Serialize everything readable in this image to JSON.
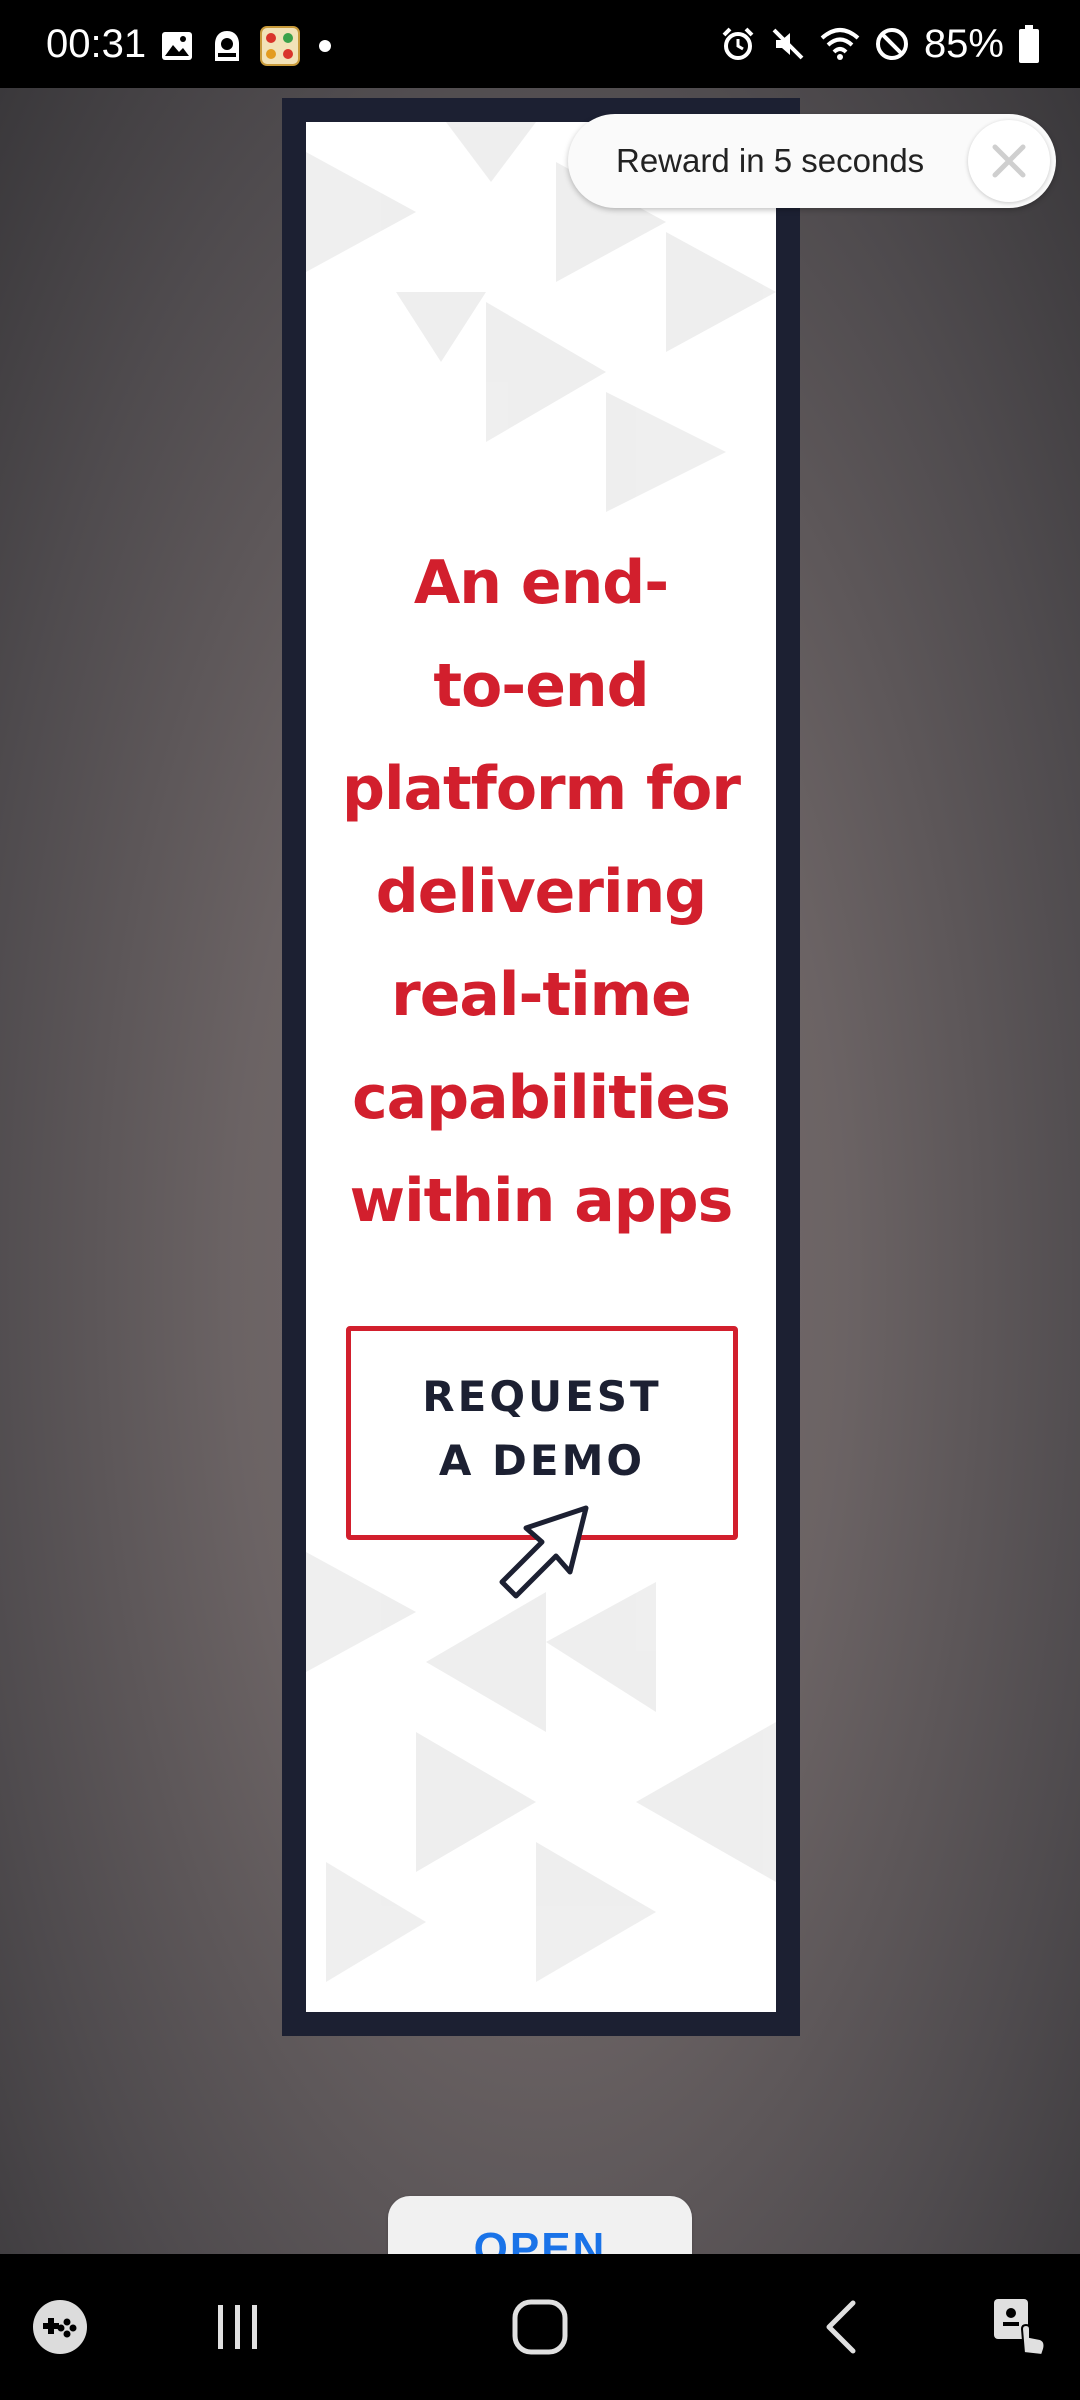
{
  "status_bar": {
    "time": "00:31",
    "battery_percent": "85%",
    "left_icons": [
      "gallery-icon",
      "profile-icon",
      "game-app-icon",
      "dot-icon"
    ],
    "right_icons": [
      "alarm-icon",
      "mute-icon",
      "wifi-icon",
      "do-not-disturb-icon",
      "battery-icon"
    ]
  },
  "reward": {
    "text": "Reward in 5 seconds",
    "close_icon": "close-icon"
  },
  "ad": {
    "headline_lines": [
      "An end-",
      "to-end",
      "platform for",
      "delivering",
      "real-time",
      "capabilities",
      "within apps"
    ],
    "cta_lines": [
      "REQUEST",
      "A DEMO"
    ],
    "cursor_icon": "pointer-arrow-icon",
    "colors": {
      "accent": "#d21f2d",
      "frame": "#1c2032"
    }
  },
  "open_button": {
    "label": "OPEN",
    "color": "#1a73e8"
  },
  "nav_bar": {
    "items": [
      "game-controller-icon",
      "recent-apps-icon",
      "home-icon",
      "back-icon",
      "accessibility-icon"
    ]
  }
}
